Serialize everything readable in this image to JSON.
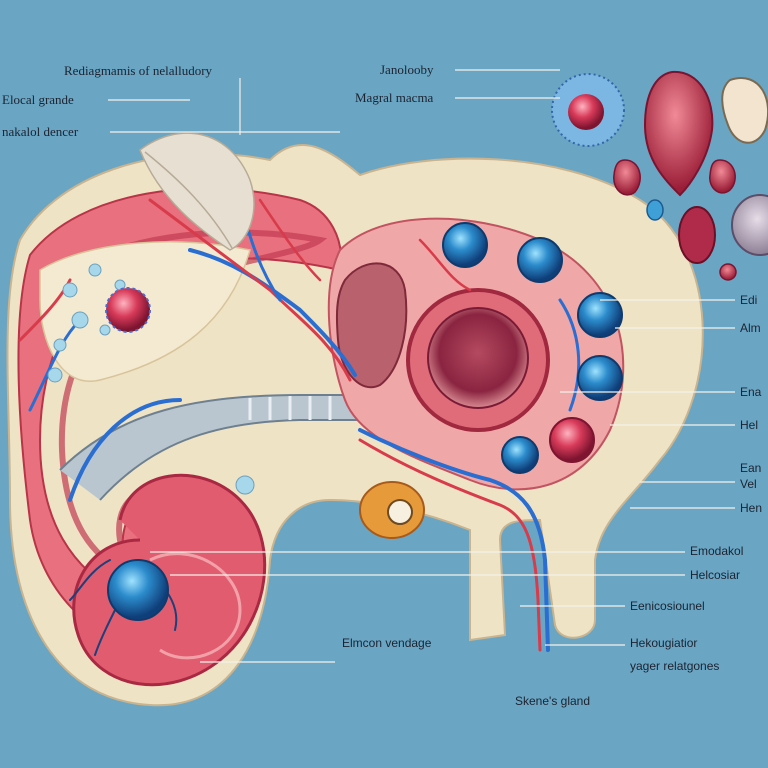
{
  "labels": {
    "top_title": "Rediagmamis of nelalludory",
    "left_1": "Elocal grande",
    "left_2": "nakalol dencer",
    "top_right_1": "Janolooby",
    "top_right_2": "Magral macma",
    "right_1": "Edi",
    "right_2": "Alm",
    "right_3": "Ena",
    "right_4": "Hel",
    "right_5": "Ean",
    "right_6": "Vel",
    "right_7": "Hen",
    "right_8": "Emodakol",
    "right_9": "Helcosiar",
    "lower_center_1": "Eenicosiounel",
    "lower_left": "Elmcon vendage",
    "lower_right_1": "Hekougiatior",
    "lower_right_2": "yager relatgones",
    "bottom_center": "Skene's gland"
  },
  "colors": {
    "background": "#6aa6c4",
    "tissue_red": "#d9475a",
    "tissue_pink": "#ef9a9a",
    "bone_cream": "#efe3c6",
    "vessel_blue": "#2b6ed1",
    "gland_blue": "#1f7fb8"
  }
}
